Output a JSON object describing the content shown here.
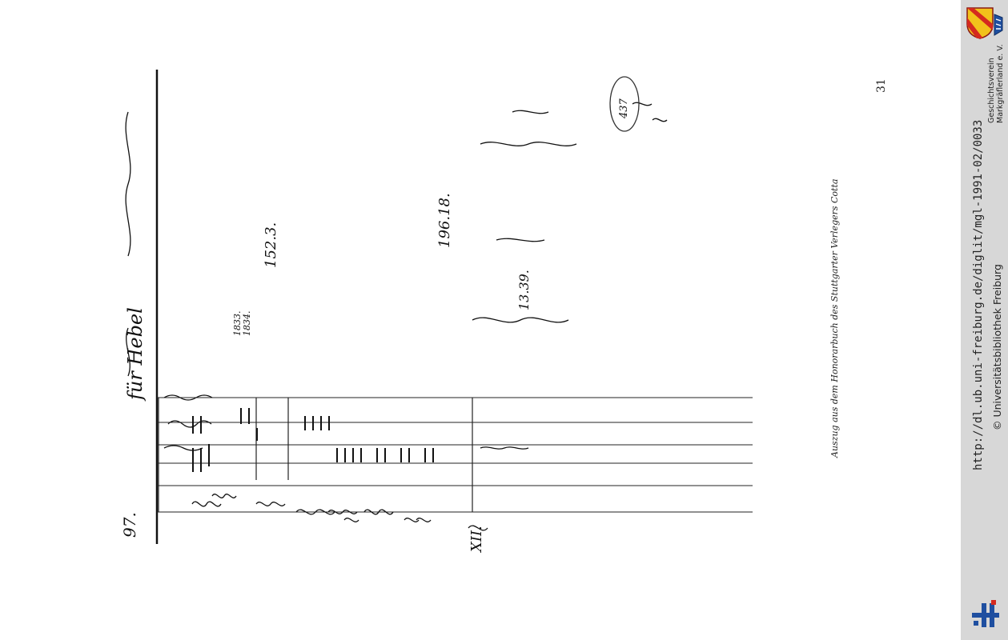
{
  "document": {
    "page_number": "31",
    "caption": "Auszug aus dem Honorarbuch des Stuttgarter Verlegers Cotta",
    "handwritten": {
      "folio": "97.",
      "heading": "für Hebel",
      "sum_1": "152.3.",
      "sum_2": "196.18.",
      "sum_3": "13.39.",
      "year_1833": "1833.",
      "year_1834": "1834.",
      "roman_xii": "XII.",
      "stamp": "437"
    }
  },
  "sidebar": {
    "url": "http://dl.ub.uni-freiburg.de/diglit/mgl-1991-02/0033",
    "copyright": "© Universitätsbibliothek Freiburg",
    "society_line1": "Geschichtsverein",
    "society_line2": "Markgräflerland e. V."
  },
  "colors": {
    "sidebar_bg": "#d7d7d7",
    "crest_red": "#d42a1f",
    "crest_gold": "#f2c21b",
    "ub_blue": "#1f4fa0",
    "ub_red": "#d42a1f"
  }
}
